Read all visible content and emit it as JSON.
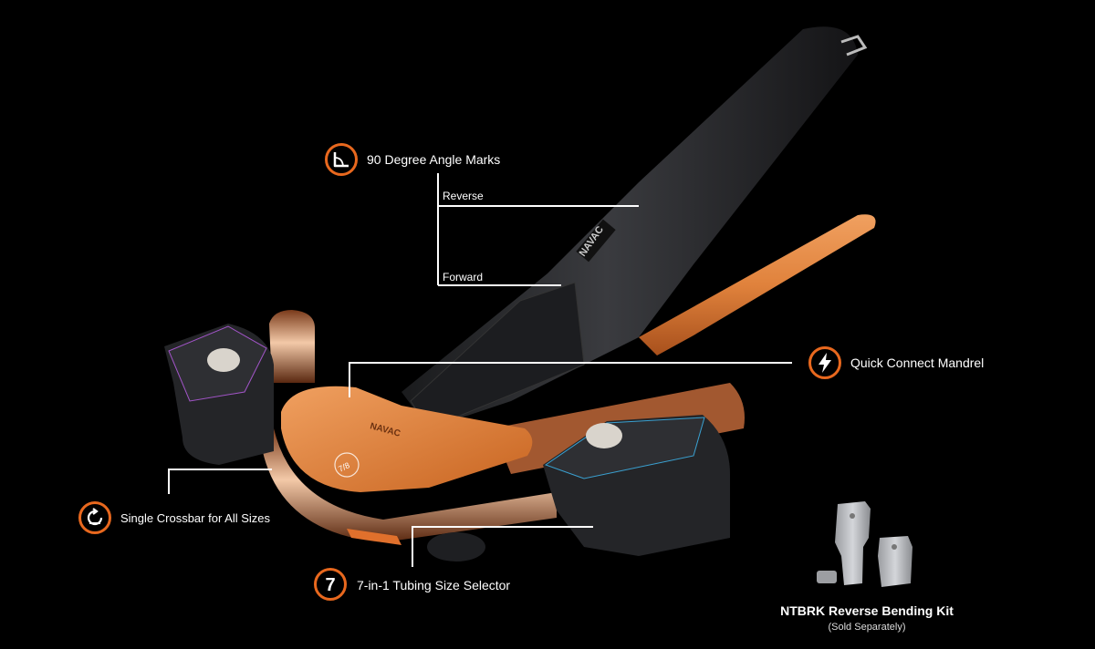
{
  "callouts": {
    "angle_marks": "90 Degree Angle Marks",
    "reverse": "Reverse",
    "forward": "Forward",
    "quick_connect": "Quick Connect Mandrel",
    "crossbar": "Single Crossbar for All Sizes",
    "size_selector": "7-in-1 Tubing Size Selector",
    "size_selector_glyph": "7"
  },
  "product": {
    "brand_mark": "NAVAC",
    "die_label": "7/8"
  },
  "kit": {
    "title": "NTBRK Reverse Bending Kit",
    "subtitle": "(Sold Separately)"
  },
  "colors": {
    "accent": "#E8681E",
    "copper": "#E0823C",
    "handle": "#2A2B2E",
    "background": "#000000"
  },
  "icons": {
    "angle_marks": "right-angle-icon",
    "quick_connect": "lightning-bolt-icon",
    "crossbar": "rotate-icon",
    "size_selector": "number-seven-icon"
  }
}
